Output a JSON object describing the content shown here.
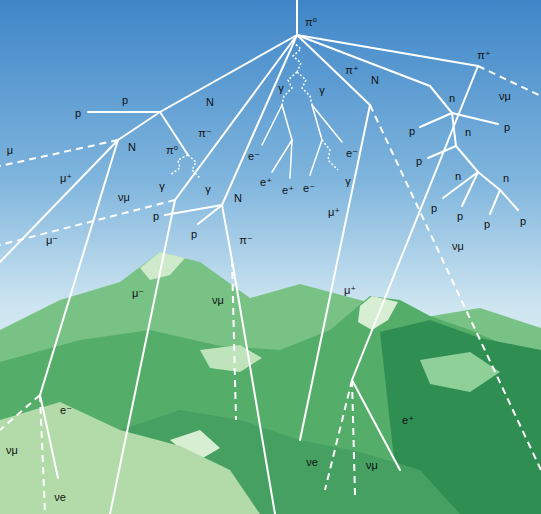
{
  "diagram": {
    "labels": [
      "π⁰",
      "π⁺",
      "N",
      "π⁺",
      "γ",
      "γ",
      "νμ",
      "n",
      "N",
      "p",
      "p",
      "p",
      "p",
      "n",
      "π⁻",
      "N",
      "π⁰",
      "μ",
      "e⁻",
      "e⁻",
      "p",
      "n",
      "n",
      "μ⁺",
      "γ",
      "γ",
      "e⁺",
      "γ",
      "e⁺",
      "e⁻",
      "νμ",
      "N",
      "p",
      "μ⁺",
      "p",
      "p",
      "p",
      "p",
      "p",
      "π⁻",
      "μ⁻",
      "νμ",
      "μ⁺",
      "μ⁻",
      "νμ",
      "e⁻",
      "e⁺",
      "νμ",
      "νe",
      "νμ",
      "νe"
    ]
  }
}
